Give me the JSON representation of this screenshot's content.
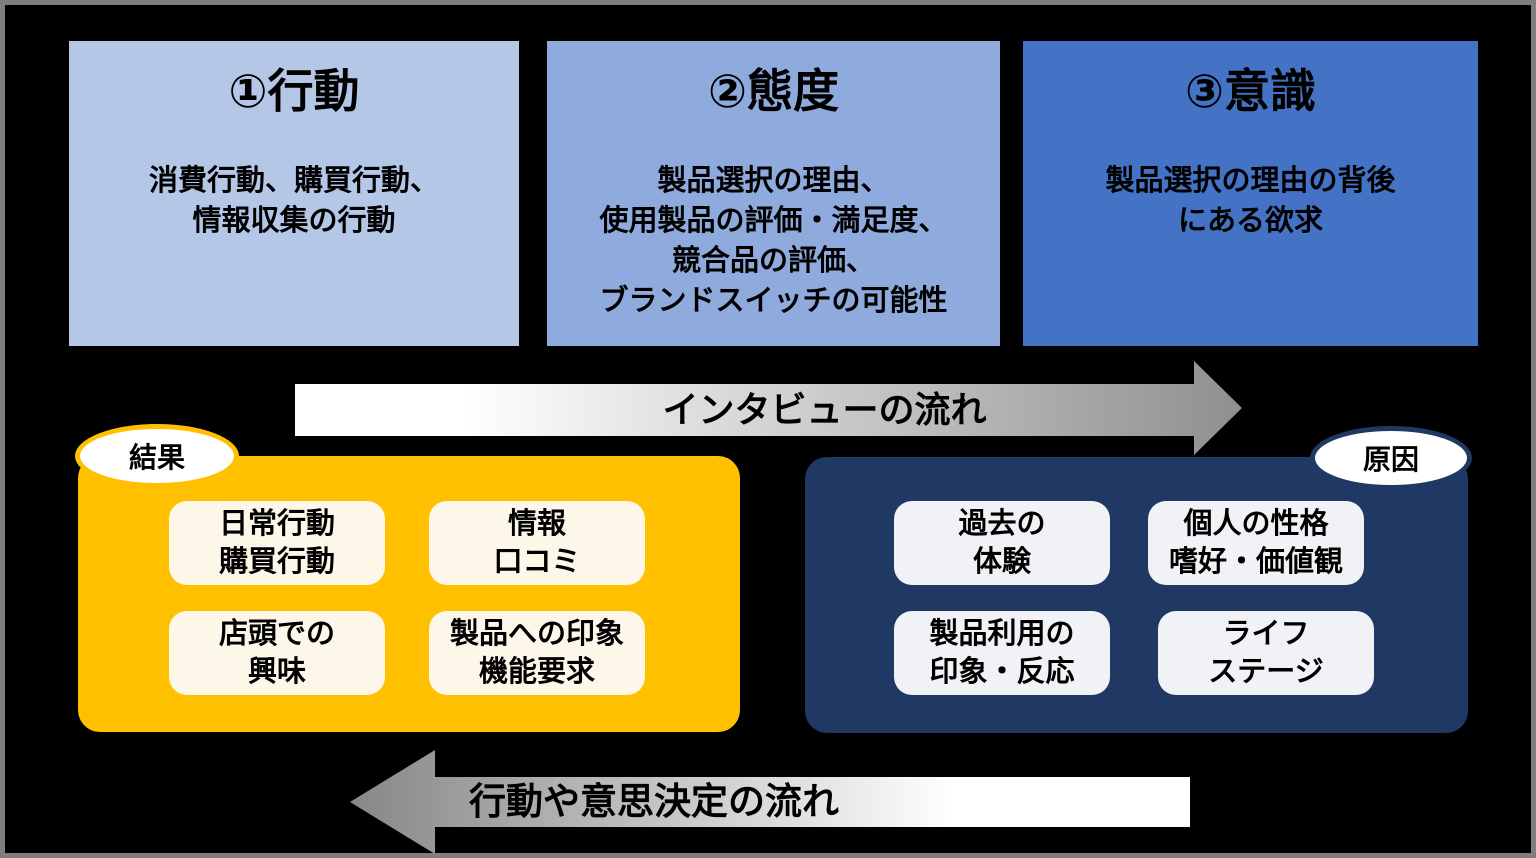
{
  "colors": {
    "background": "#000000",
    "canvas_border": "#7f7f7f",
    "behavior_box": "#b4c7e7",
    "attitude_box": "#8faadc",
    "awareness_box": "#4472c4",
    "result_group": "#ffc000",
    "cause_group": "#1f3864",
    "result_card": "#fdf7ea",
    "cause_card": "#f0f2f5",
    "arrow_grey": "#8f8f8f",
    "arrow_white": "#ffffff"
  },
  "top_boxes": [
    {
      "title": "①行動",
      "body": "消費行動、購買行動、\n情報収集の行動"
    },
    {
      "title": "②態度",
      "body": "製品選択の理由、\n使用製品の評価・満足度、\n競合品の評価、\nブランドスイッチの可能性"
    },
    {
      "title": "③意識",
      "body": "製品選択の理由の背後\nにある欲求"
    }
  ],
  "interview_arrow": {
    "label": "インタビューの流れ"
  },
  "decision_arrow": {
    "label": "行動や意思決定の流れ"
  },
  "result_group": {
    "badge": "結果",
    "cards": [
      "日常行動\n購買行動",
      "情報\n口コミ",
      "店頭での\n興味",
      "製品への印象\n機能要求"
    ]
  },
  "cause_group": {
    "badge": "原因",
    "cards": [
      "過去の\n体験",
      "個人の性格\n嗜好・価値観",
      "製品利用の\n印象・反応",
      "ライフ\nステージ"
    ]
  }
}
